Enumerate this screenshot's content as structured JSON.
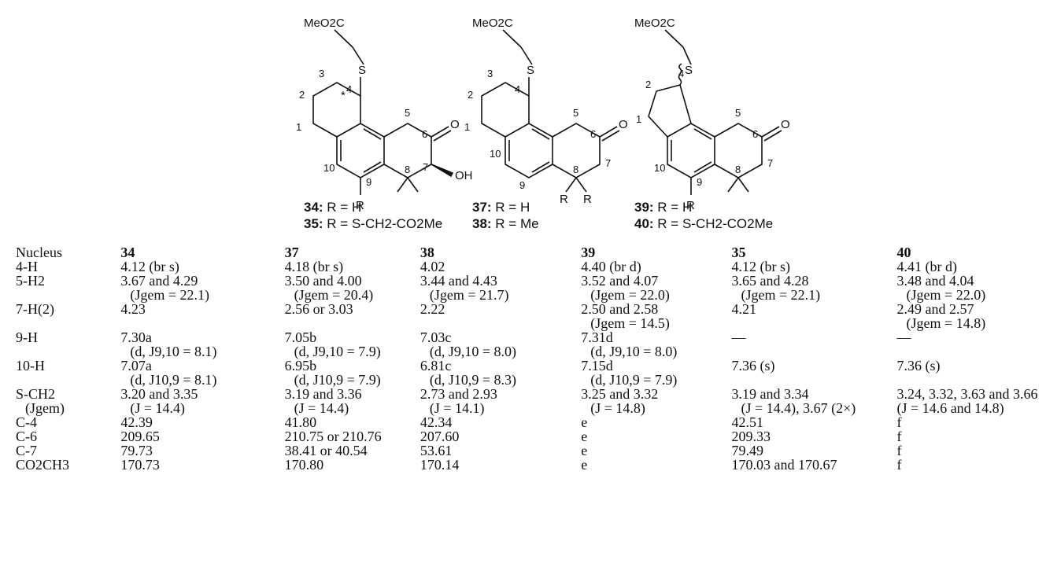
{
  "structures": {
    "atom_labels": {
      "ester": "MeO2C",
      "sulfur": "S",
      "oxygen": "O",
      "hydroxyl": "OH",
      "r_group": "R",
      "stereo_star": "*",
      "wavy": "~"
    },
    "s1": {
      "numbers": [
        "1",
        "2",
        "3",
        "4",
        "5",
        "6",
        "7",
        "8",
        "9",
        "10"
      ],
      "label1_bold": "34:",
      "label1_text": " R = H",
      "label2_bold": "35:",
      "label2_text": " R = S-CH2-CO2Me"
    },
    "s2": {
      "numbers": [
        "1",
        "2",
        "3",
        "4",
        "5",
        "6",
        "7",
        "8",
        "9",
        "10"
      ],
      "label1_bold": "37:",
      "label1_text": " R = H",
      "label2_bold": "38:",
      "label2_text": " R = Me"
    },
    "s3": {
      "numbers": [
        "1",
        "2",
        "4",
        "5",
        "6",
        "7",
        "8",
        "9",
        "10"
      ],
      "label1_bold": "39:",
      "label1_text": " R = H",
      "label2_bold": "40:",
      "label2_text": " R = S-CH2-CO2Me"
    }
  },
  "table": {
    "headers": [
      "Nucleus",
      "34",
      "37",
      "38",
      "39",
      "35",
      "40"
    ],
    "rows": [
      [
        "4-H",
        "4.12 (br s)",
        "4.18 (br s)",
        "4.02",
        "4.40 (br d)",
        "4.12 (br s)",
        "4.41 (br d)"
      ],
      [
        "5-H2",
        "3.67 and 4.29",
        "3.50 and 4.00",
        "3.44 and 4.43",
        "3.52 and 4.07",
        "3.65 and 4.28",
        "3.48 and 4.04"
      ],
      [
        "",
        "(Jgem = 22.1)",
        "(Jgem = 20.4)",
        "(Jgem = 21.7)",
        "(Jgem = 22.0)",
        "(Jgem = 22.1)",
        "(Jgem = 22.0)"
      ],
      [
        "7-H(2)",
        "4.23",
        "2.56 or 3.03",
        "2.22",
        "2.50 and 2.58",
        "4.21",
        "2.49 and 2.57"
      ],
      [
        "",
        "",
        "",
        "",
        "(Jgem = 14.5)",
        "",
        "(Jgem = 14.8)"
      ],
      [
        "9-H",
        "7.30a",
        "7.05b",
        "7.03c",
        "7.31d",
        "—",
        "—"
      ],
      [
        "",
        "(d, J9,10 = 8.1)",
        "(d, J9,10 = 7.9)",
        "(d, J9,10 = 8.0)",
        "(d, J9,10 = 8.0)",
        "",
        ""
      ],
      [
        "10-H",
        "7.07a",
        "6.95b",
        "6.81c",
        "7.15d",
        "7.36 (s)",
        "7.36 (s)"
      ],
      [
        "",
        "(d, J10,9 = 8.1)",
        "(d, J10,9 = 7.9)",
        "(d, J10,9 = 8.3)",
        "(d, J10,9 = 7.9)",
        "",
        ""
      ],
      [
        "S-CH2",
        "3.20 and 3.35",
        "3.19 and 3.36",
        "2.73 and 2.93",
        "3.25 and 3.32",
        "3.19 and 3.34",
        "3.24, 3.32, 3.63 and 3.66"
      ],
      [
        "(Jgem)",
        "(J = 14.4)",
        "(J = 14.4)",
        "(J = 14.1)",
        "(J = 14.8)",
        "(J = 14.4), 3.67 (2×)",
        "(J = 14.6 and 14.8)"
      ],
      [
        "C-4",
        "42.39",
        "41.80",
        "42.34",
        "e",
        "42.51",
        "f"
      ],
      [
        "C-6",
        "209.65",
        "210.75 or 210.76",
        "207.60",
        "e",
        "209.33",
        "f"
      ],
      [
        "C-7",
        "79.73",
        "38.41 or 40.54",
        "53.61",
        "e",
        "79.49",
        "f"
      ],
      [
        "CO2CH3",
        "170.73",
        "170.80",
        "170.14",
        "e",
        "170.03 and 170.67",
        "f"
      ]
    ]
  }
}
